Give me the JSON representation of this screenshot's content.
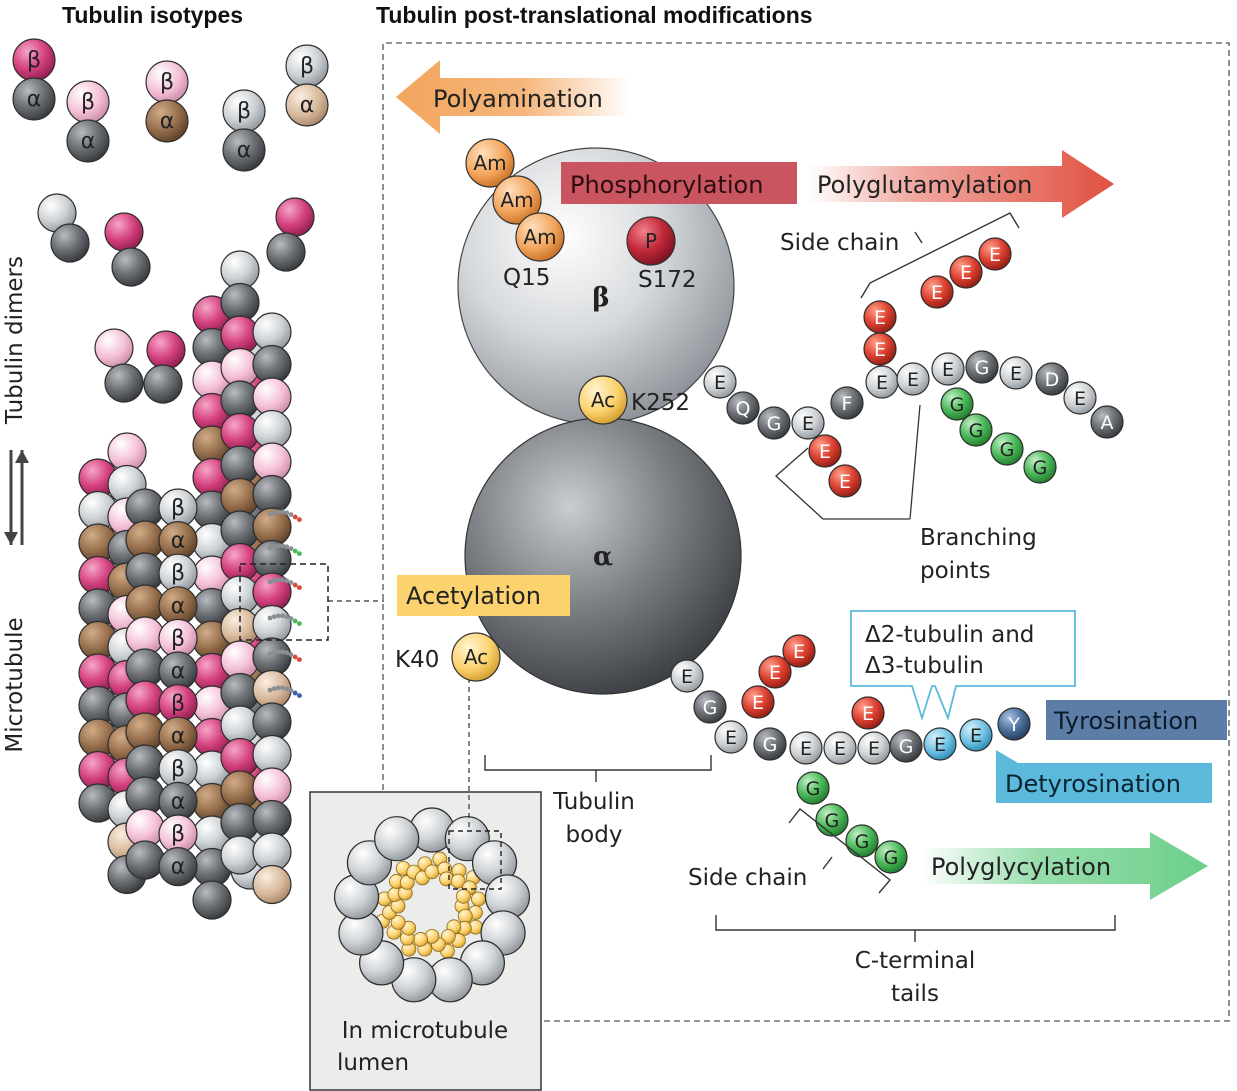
{
  "titles": {
    "isotypes": "Tubulin isotypes",
    "ptm": "Tubulin post-translational modifications"
  },
  "side_labels": {
    "microtubule": "Microtubule",
    "tubulin_dimers": "Tubulin dimers"
  },
  "subunits": {
    "alpha": "α",
    "beta": "β"
  },
  "ptm_labels": {
    "polyamination": "Polyamination",
    "phosphorylation": "Phosphorylation",
    "polyglutamylation": "Polyglutamylation",
    "acetylation": "Acetylation",
    "tyrosination": "Tyrosination",
    "detyrosination": "Detyrosination",
    "polyglycylation": "Polyglycylation"
  },
  "sites": {
    "am": "Am",
    "p": "P",
    "ac": "Ac",
    "q15": "Q15",
    "s172": "S172",
    "k252": "K252",
    "k40": "K40"
  },
  "annotations": {
    "side_chain": "Side chain",
    "branching_line1": "Branching",
    "branching_line2": "points",
    "delta_line1": "Δ2-tubulin and",
    "delta_line2": "Δ3-tubulin",
    "body_line1": "Tubulin",
    "body_line2": "body",
    "ctt_line1": "C-terminal",
    "ctt_line2": "tails",
    "lumen_line1": "In microtubule",
    "lumen_line2": "lumen"
  },
  "residues": {
    "beta_tail": [
      "E",
      "Q",
      "G",
      "E",
      "F",
      "E",
      "E",
      "E",
      "G",
      "E",
      "D",
      "E",
      "A"
    ],
    "beta_glu_chain": [
      "E",
      "E",
      "E",
      "E",
      "E"
    ],
    "beta_branch_e": [
      "E",
      "E"
    ],
    "beta_gly_chain": [
      "G",
      "G",
      "G",
      "G"
    ],
    "alpha_tail": [
      "E",
      "G",
      "E",
      "G",
      "E",
      "E",
      "E",
      "G",
      "E",
      "E",
      "Y"
    ],
    "alpha_glu_chain": [
      "E",
      "E",
      "E"
    ],
    "alpha_single_e": "E",
    "alpha_gly_chain": [
      "G",
      "G",
      "G",
      "G"
    ]
  },
  "colors": {
    "pink_dark": "#d4417f",
    "pink_light": "#f4bfd6",
    "brown": "#98704e",
    "tan": "#d8b99c",
    "grey_light": "#d2d5d8",
    "grey_dark": "#6d7176",
    "orange": "#f3a55c",
    "red_phos": "#c0283a",
    "red_glu": "#dc4030",
    "green": "#4bb95a",
    "yellow": "#fcd26e",
    "blue_tyr": "#5b7da6",
    "cyan_detyr": "#5bb9dc"
  }
}
